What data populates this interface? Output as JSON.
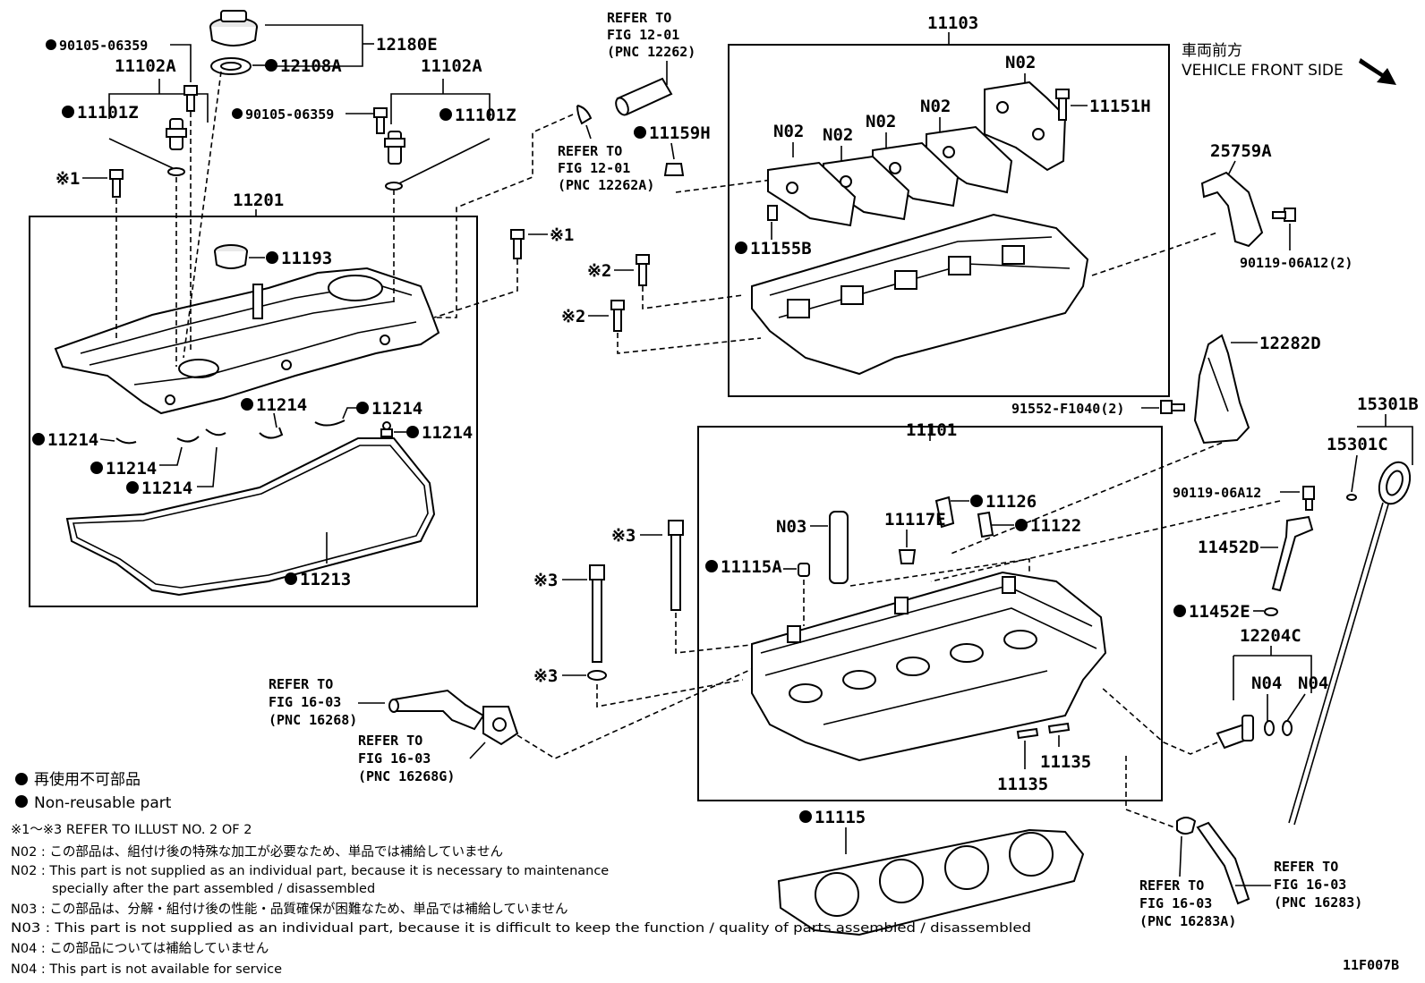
{
  "labels": {
    "p12180E": "12180E",
    "p12108A": "12108A",
    "p90105a": "90105-06359",
    "p11102A_l": "11102A",
    "p11101Z_l": "11101Z",
    "p90105b": "90105-06359",
    "p11102A_r": "11102A",
    "p11101Z_r": "11101Z",
    "ref1": "※1",
    "p11201": "11201",
    "p11193": "11193",
    "p11214_a": "11214",
    "p11214_b": "11214",
    "p11214_c": "11214",
    "p11214_d": "11214",
    "p11214_e": "11214",
    "p11214_f": "11214",
    "p11213": "11213",
    "refer1_a": "REFER TO",
    "refer1_b": "FIG 12-01",
    "refer1_c": "(PNC 12262)",
    "refer2_a": "REFER TO",
    "refer2_b": "FIG 12-01",
    "refer2_c": "(PNC 12262A)",
    "p11159H": "11159H",
    "ref1b": "※1",
    "ref2a": "※2",
    "ref2b": "※2",
    "p11103": "11103",
    "n02_1": "N02",
    "n02_2": "N02",
    "n02_3": "N02",
    "n02_4": "N02",
    "n02_5": "N02",
    "p11151H": "11151H",
    "p11155B": "11155B",
    "front_jp": "車両前方",
    "front_en": "VEHICLE FRONT SIDE",
    "p25759A": "25759A",
    "p90119a": "90119-06A12(2)",
    "p12282D": "12282D",
    "p91552": "91552-F1040(2)",
    "p15301B": "15301B",
    "p15301C": "15301C",
    "p11101": "11101",
    "p11126": "11126",
    "p11122": "11122",
    "n03": "N03",
    "p11117E": "11117E",
    "ref3a": "※3",
    "ref3b": "※3",
    "ref3c": "※3",
    "p11115A": "11115A",
    "p90119b": "90119-06A12",
    "p11452D": "11452D",
    "p11452E": "11452E",
    "p12204C": "12204C",
    "n04a": "N04",
    "n04b": "N04",
    "p11135a": "11135",
    "p11135b": "11135",
    "p11115": "11115",
    "refer3_a": "REFER TO",
    "refer3_b": "FIG 16-03",
    "refer3_c": "(PNC 16268)",
    "refer4_a": "REFER TO",
    "refer4_b": "FIG 16-03",
    "refer4_c": "(PNC 16268G)",
    "refer5_a": "REFER TO",
    "refer5_b": "FIG 16-03",
    "refer5_c": "(PNC 16283A)",
    "refer6_a": "REFER TO",
    "refer6_b": "FIG 16-03",
    "refer6_c": "(PNC 16283)",
    "fig_id": "11F007B"
  },
  "legend": {
    "nonreuse_jp": "再使用不可部品",
    "nonreuse_en": "Non-reusable part",
    "refer_illust": "※1～※3   REFER TO ILLUST NO. 2 OF 2",
    "n02_jp": "N02 : この部品は、組付け後の特殊な加工が必要なため、単品では補給していません",
    "n02_en1": "N02 : This part is not supplied as an individual part, because it is necessary to maintenance",
    "n02_en2": "specially after the part assembled / disassembled",
    "n03_jp": "N03 : この部品は、分解・組付け後の性能・品質確保が困難なため、単品では補給していません",
    "n03_en": "N03 : This part is not supplied as an individual part, because it is difficult to keep the function / quality of parts  assembled / disassembled",
    "n04_jp": "N04 : この部品については補給していません",
    "n04_en": "N04 : This part is not available for service"
  }
}
